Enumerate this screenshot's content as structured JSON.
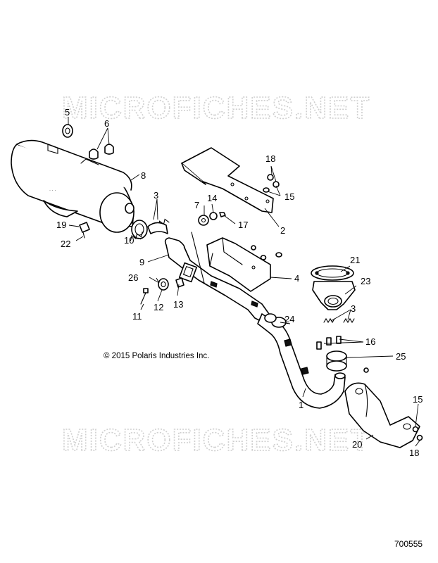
{
  "watermark": "MICROFICHES.NET",
  "copyright": "© 2015 Polaris Industries Inc.",
  "figure_number": "700555",
  "callouts": {
    "c1": "1",
    "c2": "2",
    "c3a": "3",
    "c3b": "3",
    "c4": "4",
    "c5": "5",
    "c6": "6",
    "c7": "7",
    "c8": "8",
    "c9": "9",
    "c10": "10",
    "c11": "11",
    "c12": "12",
    "c13": "13",
    "c14": "14",
    "c15a": "15",
    "c15b": "15",
    "c16": "16",
    "c17": "17",
    "c18a": "18",
    "c18b": "18",
    "c19": "19",
    "c20": "20",
    "c21": "21",
    "c22": "22",
    "c23": "23",
    "c24": "24",
    "c25": "25",
    "c26": "26"
  }
}
